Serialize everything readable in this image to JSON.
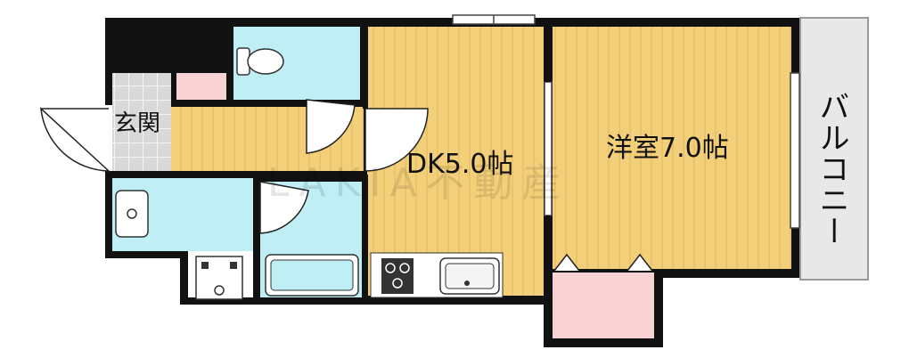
{
  "rooms": {
    "entrance": "玄関",
    "dining_kitchen": "DK5.0帖",
    "western_room": "洋室7.0帖",
    "balcony": "バルコニー"
  },
  "watermark": "LAKIA不動産",
  "colors": {
    "wall": "#111111",
    "floor_wood": "#f2cf78",
    "wet_area": "#bfeef5",
    "entrance_tile": "#d9d9d9",
    "storage_pink": "#f9d3d3",
    "balcony": "#e8e8e8"
  }
}
